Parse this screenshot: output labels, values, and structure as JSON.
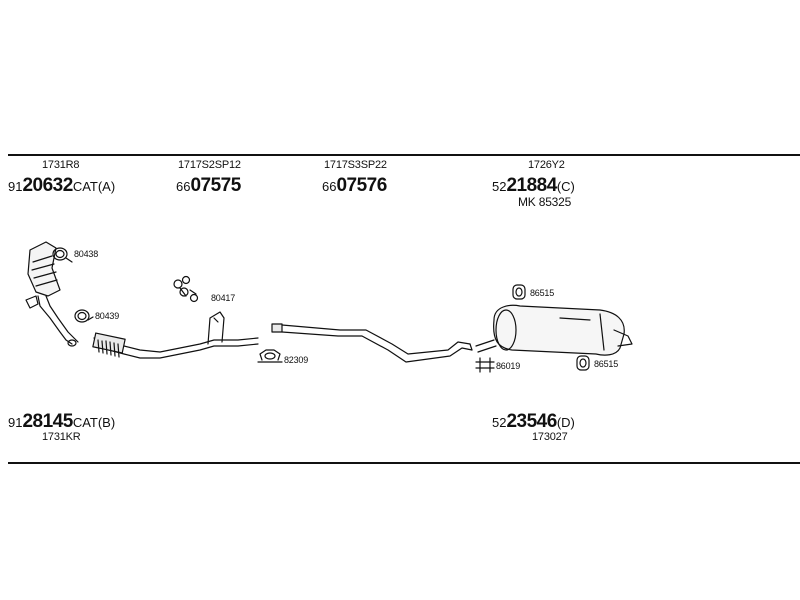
{
  "top": {
    "groups": [
      {
        "ref": "1731R8",
        "prefix": "91",
        "main": "20632",
        "suffix": "CAT(A)",
        "extra": ""
      },
      {
        "ref": "1717S2SP12",
        "prefix": "66",
        "main": "07575",
        "suffix": "",
        "extra": ""
      },
      {
        "ref": "1717S3SP22",
        "prefix": "66",
        "main": "07576",
        "suffix": "",
        "extra": ""
      },
      {
        "ref": "1726Y2",
        "prefix": "52",
        "main": "21884",
        "suffix": "(C)",
        "extra": "MK  85325"
      }
    ]
  },
  "callouts": [
    {
      "id": "clamp-front-upper",
      "text": "80438"
    },
    {
      "id": "clamp-front-lower",
      "text": "80439"
    },
    {
      "id": "hanger-front",
      "text": "80417"
    },
    {
      "id": "clamp-middle",
      "text": "82309"
    },
    {
      "id": "rubber-mount-top",
      "text": "86515"
    },
    {
      "id": "clamp-rear",
      "text": "86019"
    },
    {
      "id": "rubber-mount-bottom",
      "text": "86515"
    }
  ],
  "bottom": {
    "groups": [
      {
        "prefix": "91",
        "main": "28145",
        "suffix": "CAT(B)",
        "ref": "1731KR"
      },
      {
        "prefix": "52",
        "main": "23546",
        "suffix": "(D)",
        "ref": "173027"
      }
    ]
  }
}
